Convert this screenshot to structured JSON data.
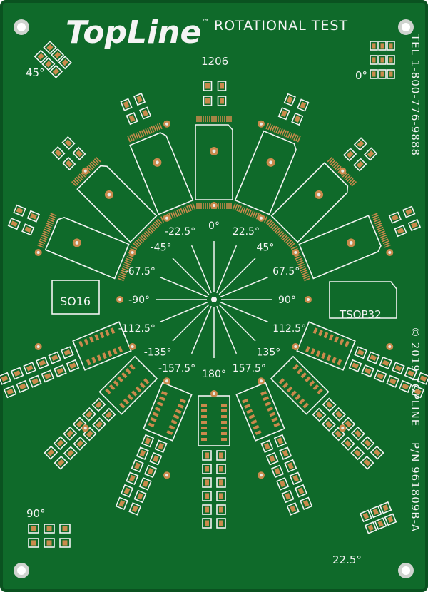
{
  "board": {
    "logo": "TopLine",
    "trademark": "™",
    "title": "ROTATIONAL TEST",
    "phone": "TEL 1-800-776-9888",
    "copyright": "© 2019 TOPLINE",
    "part_number": "P/N 961809B-A",
    "colors": {
      "solder_mask": "#0f6a2a",
      "solder_mask_edge": "#0a5220",
      "silkscreen": "#f4f4f4",
      "copper": "#c98a4c"
    }
  },
  "package_labels": {
    "chip_1206": "1206",
    "soic": "SO16",
    "tsop": "TSOP32"
  },
  "corner_labels": {
    "top_left": "45°",
    "top_right": "0°",
    "bottom_left": "90°",
    "bottom_right": "22.5°"
  },
  "angle_labels": [
    {
      "text": "0°",
      "angle": 0
    },
    {
      "text": "22.5°",
      "angle": 22.5
    },
    {
      "text": "45°",
      "angle": 45
    },
    {
      "text": "67.5°",
      "angle": 67.5
    },
    {
      "text": "90°",
      "angle": 90
    },
    {
      "text": "112.5°",
      "angle": 112.5
    },
    {
      "text": "135°",
      "angle": 135
    },
    {
      "text": "157.5°",
      "angle": 157.5
    },
    {
      "text": "180°",
      "angle": 180
    },
    {
      "text": "-157.5°",
      "angle": -157.5
    },
    {
      "text": "-135°",
      "angle": -135
    },
    {
      "text": "-112.5°",
      "angle": -112.5
    },
    {
      "text": "-90°",
      "angle": -90
    },
    {
      "text": "-67.5°",
      "angle": -67.5
    },
    {
      "text": "-45°",
      "angle": -45
    },
    {
      "text": "-22.5°",
      "angle": -22.5
    }
  ]
}
